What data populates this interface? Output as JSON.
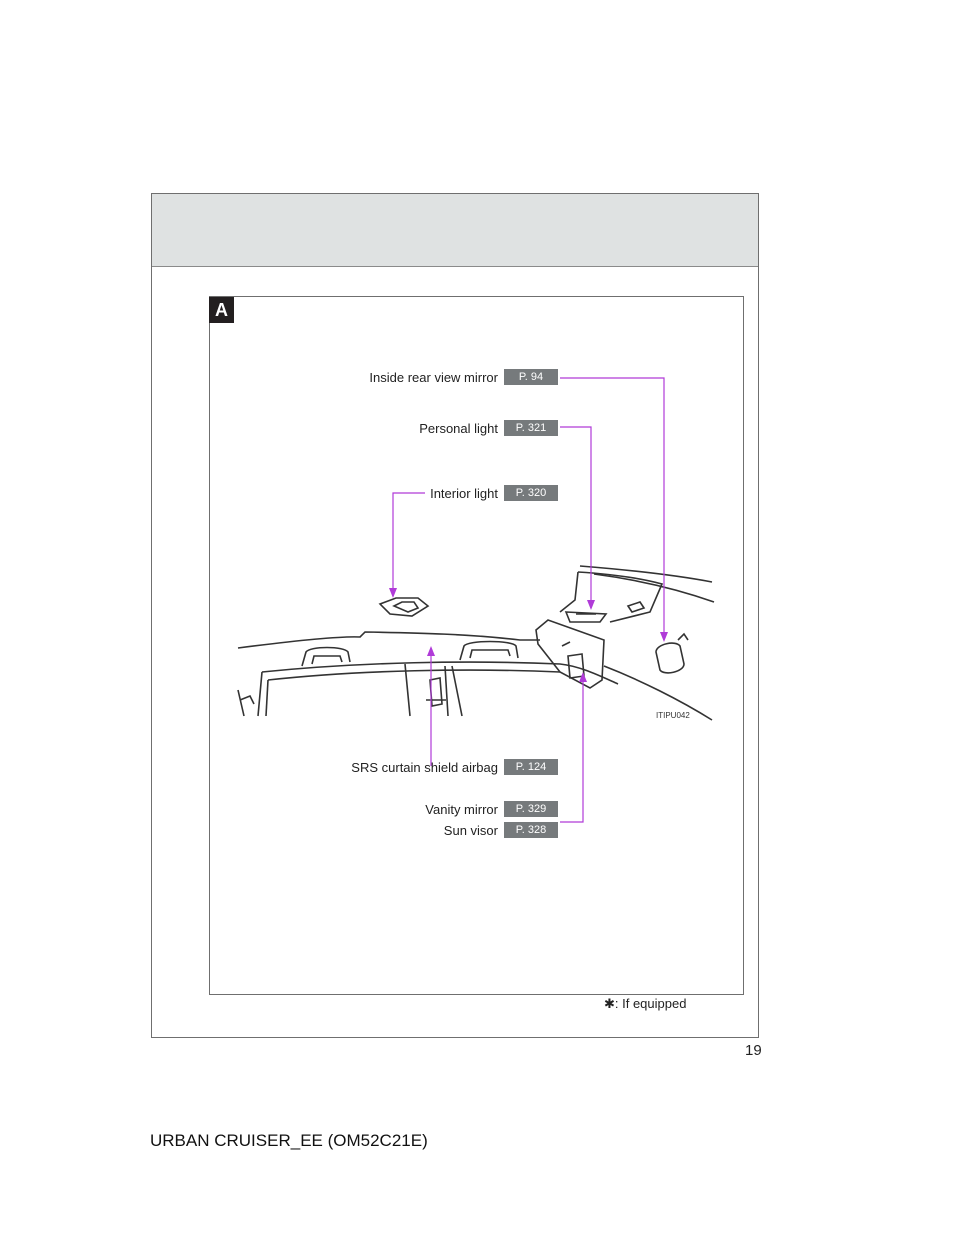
{
  "section_label": "A",
  "callouts": [
    {
      "label": "Inside rear view mirror",
      "page": "P. 94"
    },
    {
      "label": "Personal light",
      "page": "P. 321"
    },
    {
      "label": "Interior light",
      "page": "P. 320"
    },
    {
      "label": "SRS curtain shield airbag",
      "page": "P. 124"
    },
    {
      "label": "Vanity mirror",
      "page": "P. 329"
    },
    {
      "label": "Sun visor",
      "page": "P. 328"
    }
  ],
  "figure_code": "ITIPU042",
  "note": "✱: If equipped",
  "page_number": "19",
  "footer_text": "URBAN CRUISER_EE (OM52C21E)",
  "colors": {
    "leader_line": "#b03bd8",
    "ref_badge": "#767a7c",
    "header_band": "#dfe2e2"
  }
}
